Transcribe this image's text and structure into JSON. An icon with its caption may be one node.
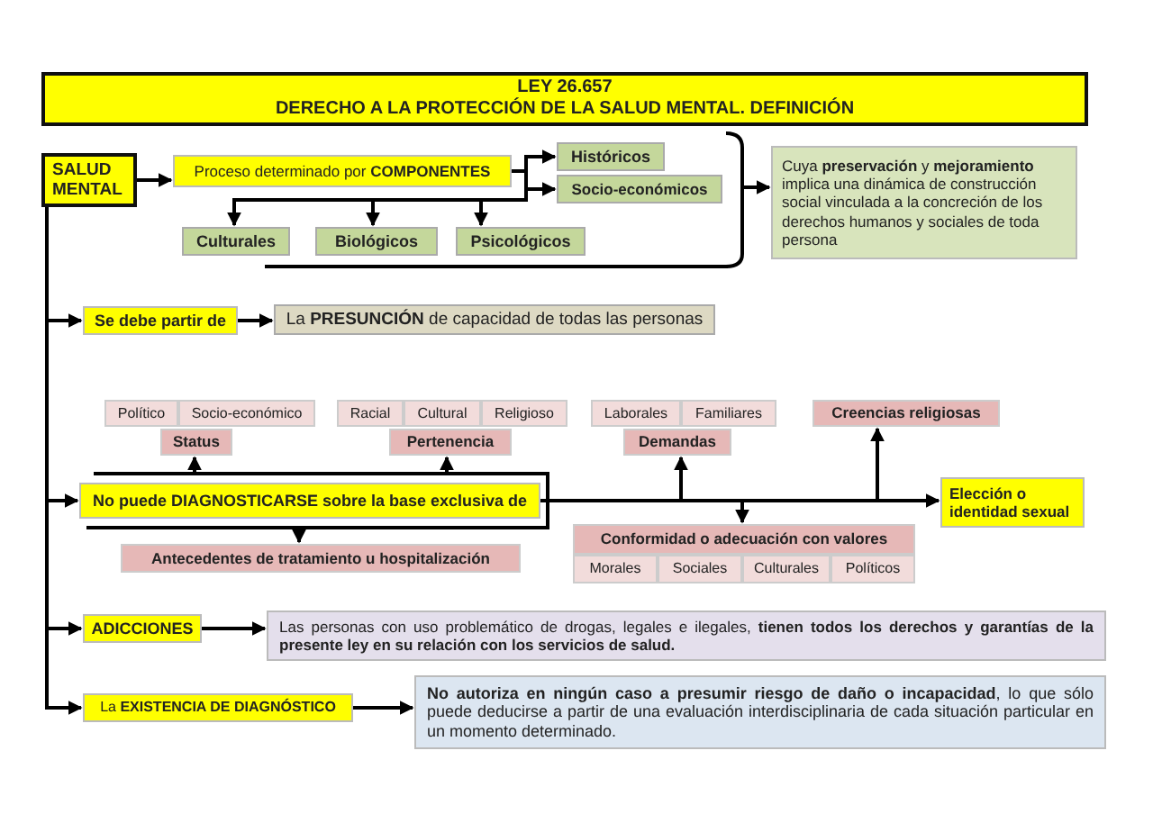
{
  "diagram": {
    "nodes": [
      {
        "text": [
          "LEY 26.657",
          "DERECHO A LA PROTECCIÓN DE LA SALUD MENTAL. DEFINICIÓN"
        ]
      },
      {
        "text": [
          "SALUD MENTAL"
        ]
      },
      {
        "text": [
          "Proceso determinado por **COMPONENTES**"
        ]
      },
      {
        "text": [
          "Históricos"
        ]
      },
      {
        "text": [
          "Socio-económicos"
        ]
      },
      {
        "text": [
          "Culturales"
        ]
      },
      {
        "text": [
          "Biológicos"
        ]
      },
      {
        "text": [
          "Psicológicos"
        ]
      },
      {
        "text": [
          "Cuya **preservación** y **mejoramiento** implica una dinámica de construcción social vinculada a la concreción de los derechos humanos y sociales de toda persona"
        ]
      },
      {
        "text": [
          "Se debe partir de"
        ]
      },
      {
        "text": [
          "La **PRESUNCIÓN** de capacidad de todas las personas"
        ]
      },
      {
        "text": [
          "Político"
        ]
      },
      {
        "text": [
          "Socio-económico"
        ]
      },
      {
        "text": [
          "Status"
        ]
      },
      {
        "text": [
          "Racial"
        ]
      },
      {
        "text": [
          "Cultural"
        ]
      },
      {
        "text": [
          "Religioso"
        ]
      },
      {
        "text": [
          "Pertenencia"
        ]
      },
      {
        "text": [
          "Laborales"
        ]
      },
      {
        "text": [
          "Familiares"
        ]
      },
      {
        "text": [
          "Demandas"
        ]
      },
      {
        "text": [
          "Creencias religiosas"
        ]
      },
      {
        "text": [
          "No puede DIAGNOSTICARSE sobre la base exclusiva de"
        ]
      },
      {
        "text": [
          "Elección o identidad sexual"
        ]
      },
      {
        "text": [
          "Antecedentes de tratamiento u hospitalización"
        ]
      },
      {
        "text": [
          "Conformidad o adecuación con valores"
        ]
      },
      {
        "text": [
          "Morales"
        ]
      },
      {
        "text": [
          "Sociales"
        ]
      },
      {
        "text": [
          "Culturales"
        ]
      },
      {
        "text": [
          "Políticos"
        ]
      },
      {
        "text": [
          "ADICCIONES"
        ]
      },
      {
        "text": [
          "Las personas con uso problemático de drogas, legales e ilegales, **tienen todos los derechos y garantías de la presente ley en su relación con los servicios de salud.**"
        ]
      },
      {
        "text": [
          "La **EXISTENCIA DE DIAGNÓSTICO**"
        ]
      },
      {
        "text": [
          "**No autoriza en ningún caso a presumir riesgo de daño o incapacidad**, lo que sólo puede deducirse a partir de una evaluación interdisciplinaria de cada situación particular en un momento determinado."
        ]
      },
      {
        "text": [],
        "shape": "bracket"
      }
    ],
    "edges": [
      {
        "from": 1,
        "to": 2,
        "arrow": "to"
      },
      {
        "from": 2,
        "to": 3,
        "arrow": "to"
      },
      {
        "from": 2,
        "to": 4,
        "arrow": "to"
      },
      {
        "from": 2,
        "to": 5,
        "arrow": "to"
      },
      {
        "from": 2,
        "to": 6,
        "arrow": "to"
      },
      {
        "from": 2,
        "to": 7,
        "arrow": "to"
      },
      {
        "from": 34,
        "to": 8,
        "arrow": "to"
      },
      {
        "from": 1,
        "to": 9,
        "arrow": "to"
      },
      {
        "from": 9,
        "to": 10,
        "arrow": "to"
      },
      {
        "from": 1,
        "to": 22,
        "arrow": "to"
      },
      {
        "from": 22,
        "to": 13,
        "arrow": "to"
      },
      {
        "from": 22,
        "to": 17,
        "arrow": "to"
      },
      {
        "from": 22,
        "to": 20,
        "arrow": "to"
      },
      {
        "from": 22,
        "to": 21,
        "arrow": "to"
      },
      {
        "from": 22,
        "to": 25,
        "arrow": "to"
      },
      {
        "from": 22,
        "to": 23,
        "arrow": "to"
      },
      {
        "from": 22,
        "to": 24,
        "arrow": "to"
      },
      {
        "from": 1,
        "to": 30,
        "arrow": "to"
      },
      {
        "from": 30,
        "to": 31,
        "arrow": "to"
      },
      {
        "from": 1,
        "to": 32,
        "arrow": "to"
      },
      {
        "from": 32,
        "to": 33,
        "arrow": "to"
      }
    ]
  }
}
